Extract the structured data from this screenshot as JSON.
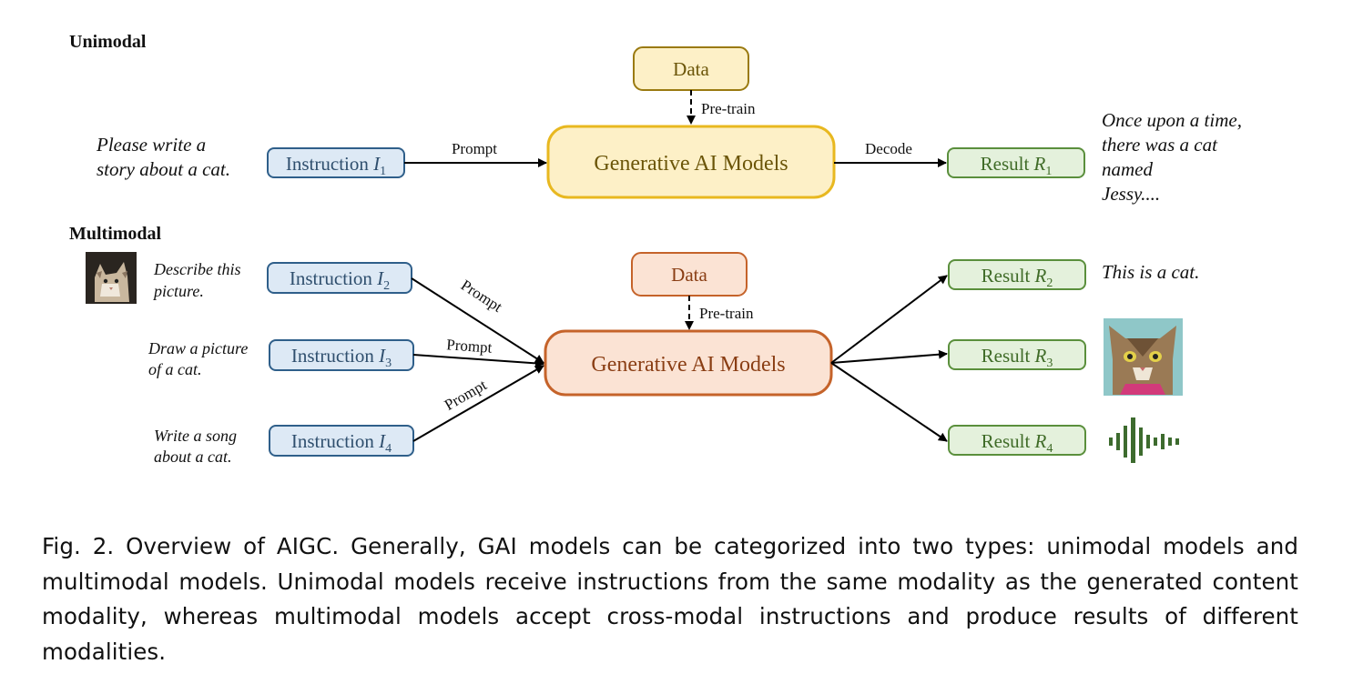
{
  "unimodal": {
    "label": "Unimodal",
    "data_box": "Data",
    "pretrain": "Pre-train",
    "model": "Generative AI Models",
    "prompt": "Prompt",
    "decode": "Decode",
    "instruction": "Instruction ",
    "instruction_sym": "I",
    "instruction_sub": "1",
    "result": "Result ",
    "result_sym": "R",
    "result_sub": "1",
    "input_text": [
      "Please write a",
      "story about a cat."
    ],
    "output_text": [
      "Once upon a time,",
      "there was a cat",
      "named",
      "Jessy...."
    ]
  },
  "multimodal": {
    "label": "Multimodal",
    "data_box": "Data",
    "pretrain": "Pre-train",
    "model": "Generative AI Models",
    "prompts": [
      "Prompt",
      "Prompt",
      "Prompt"
    ],
    "instructions": [
      {
        "label": "Instruction ",
        "sym": "I",
        "sub": "2",
        "input": [
          "Describe this",
          "picture."
        ]
      },
      {
        "label": "Instruction ",
        "sym": "I",
        "sub": "3",
        "input": [
          "Draw a picture",
          "of a cat."
        ]
      },
      {
        "label": "Instruction ",
        "sym": "I",
        "sub": "4",
        "input": [
          "Write a song",
          "about a cat."
        ]
      }
    ],
    "results": [
      {
        "label": "Result ",
        "sym": "R",
        "sub": "2"
      },
      {
        "label": "Result ",
        "sym": "R",
        "sub": "3"
      },
      {
        "label": "Result ",
        "sym": "R",
        "sub": "4"
      }
    ],
    "result_text": "This is a cat."
  },
  "colors": {
    "data_fill": "#fdf0c7",
    "data_stroke": "#9a7a10",
    "model_fill": "#fdf0c7",
    "model_stroke": "#e8b820",
    "instr_fill": "#dde9f5",
    "instr_stroke": "#2f5f8a",
    "result_fill": "#e4f1dc",
    "result_stroke": "#5a8f3c",
    "mm_data_fill": "#fbe3d4",
    "mm_data_stroke": "#c5632a",
    "mm_model_fill": "#fbe3d4",
    "mm_model_stroke": "#c5632a",
    "audio": "#3d6b2e"
  },
  "icons": [
    "cat-photo-icon",
    "cat-illustration-icon",
    "audio-waveform-icon"
  ],
  "caption": "Fig. 2.  Overview of AIGC. Generally, GAI models can be categorized into two types: unimodal models and multimodal models. Unimodal models receive instructions from the same modality as the generated content modality, whereas multimodal models accept cross-modal instructions and produce results of different modalities."
}
